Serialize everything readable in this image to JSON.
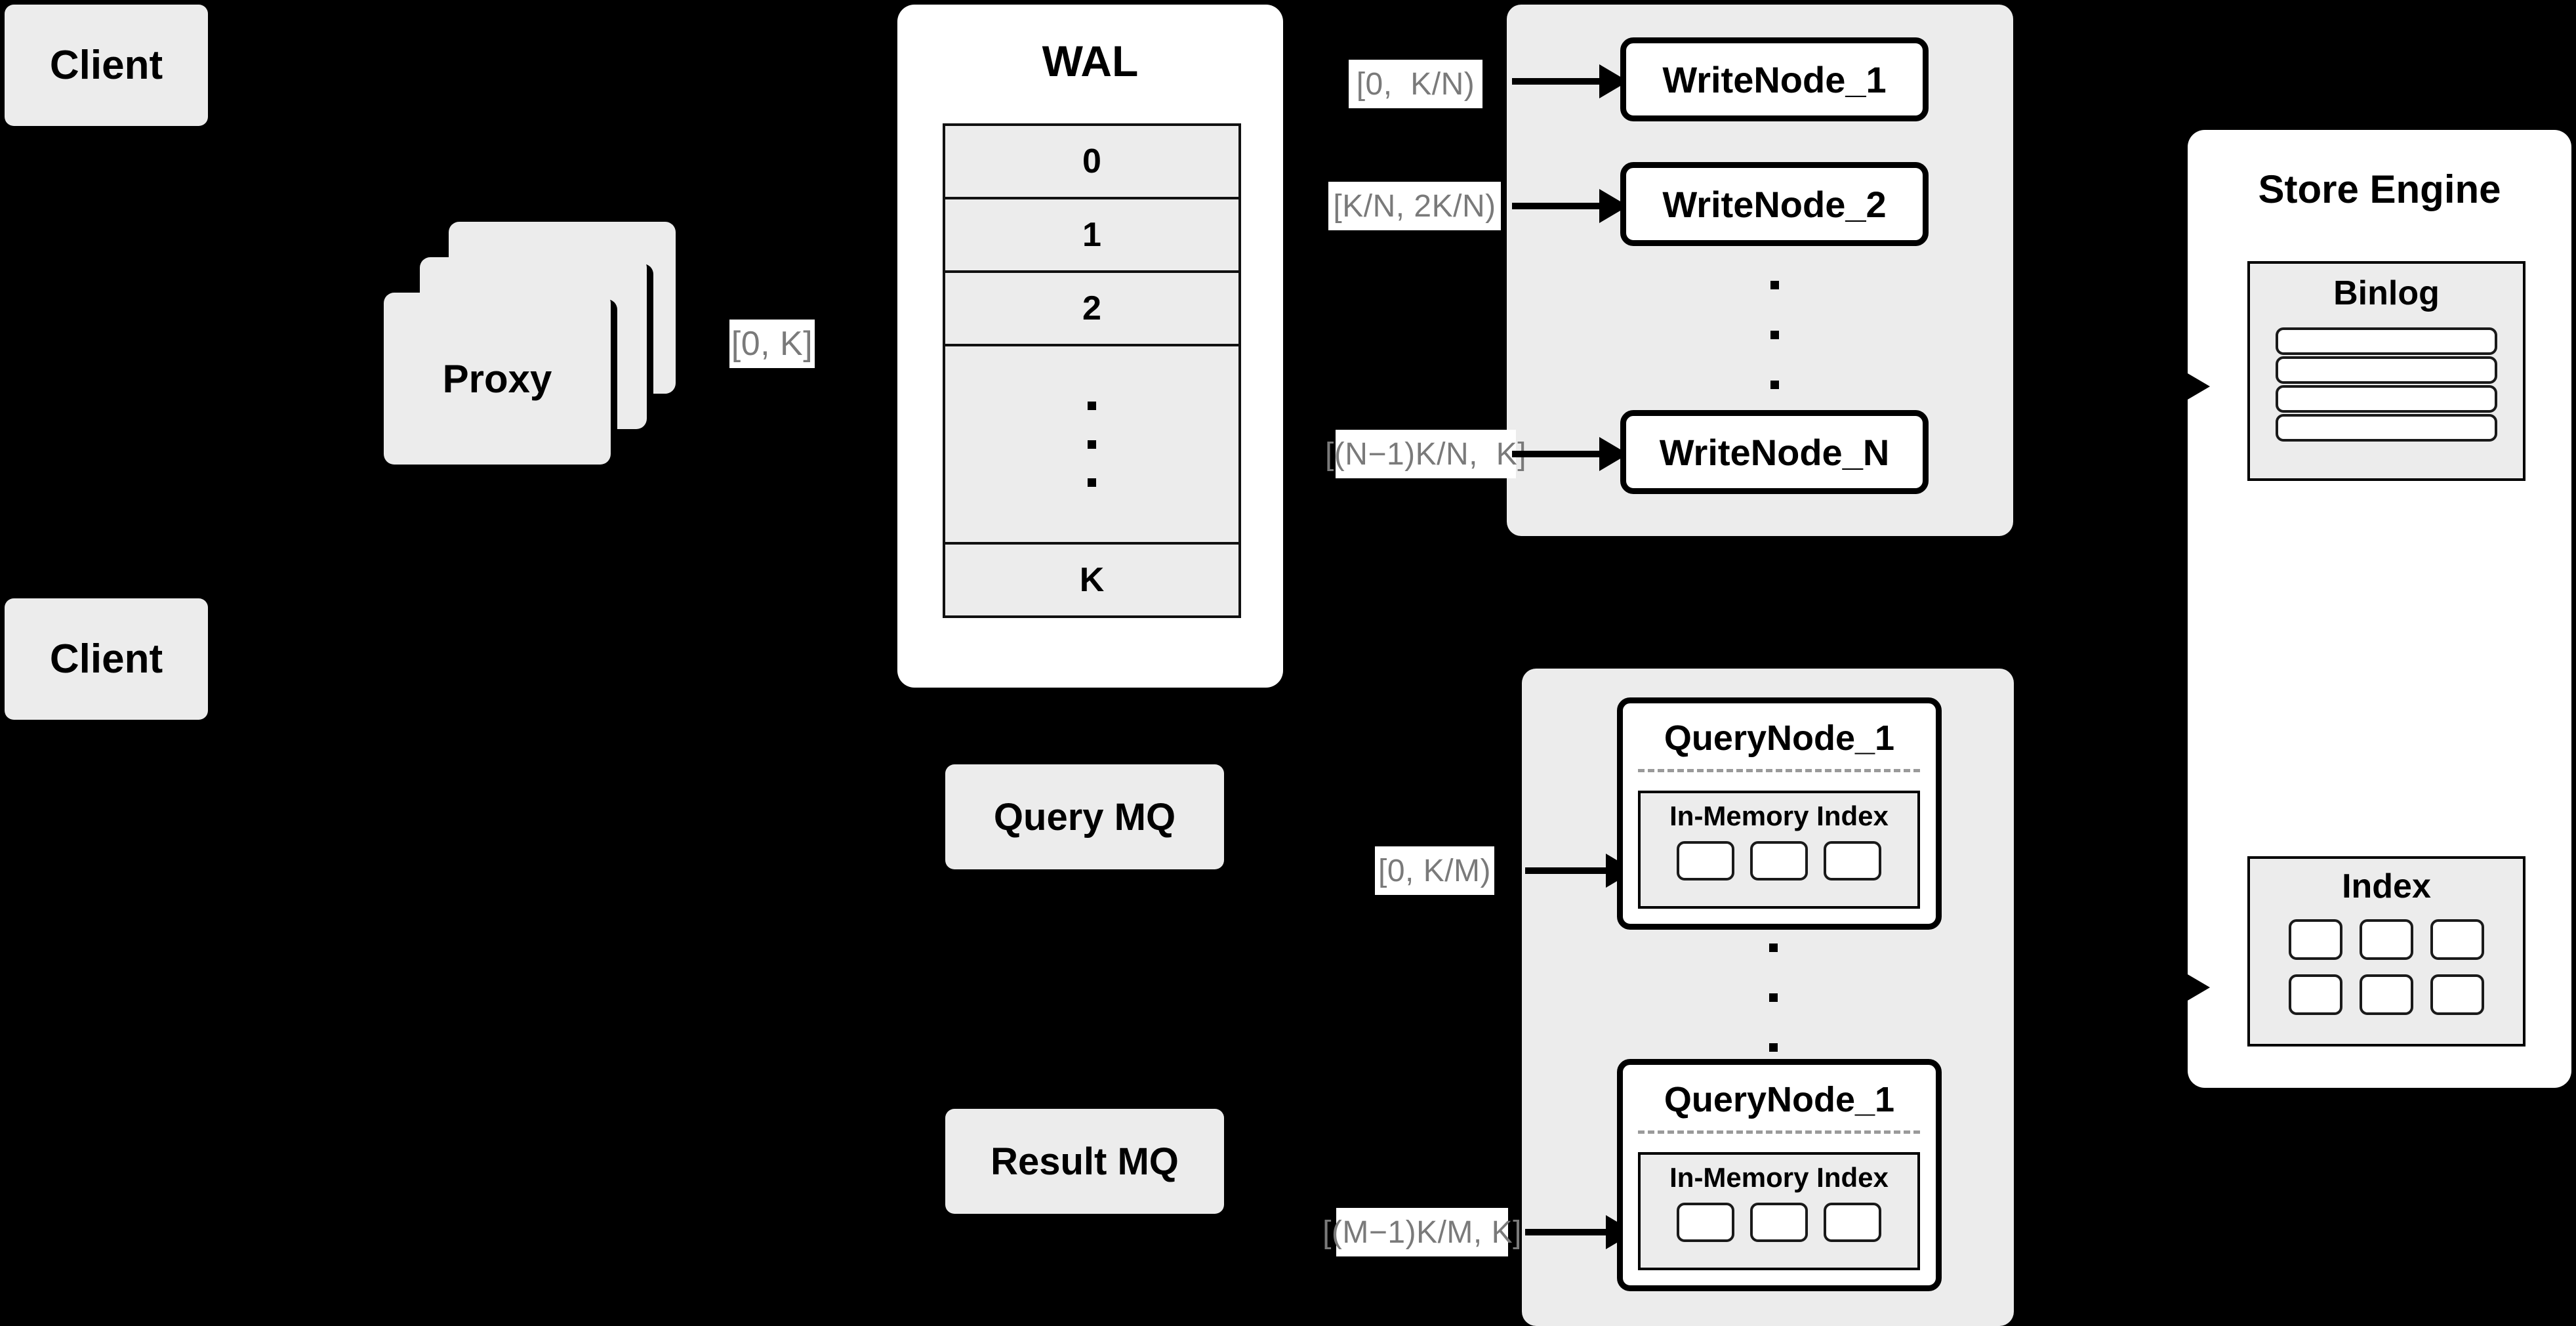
{
  "diagram": {
    "title": "Distributed write/query architecture",
    "background_color": "#000000",
    "box_fill": "#ececec",
    "panel_fill": "#ffffff",
    "label_text_color": "#7a7a7a",
    "stroke_color": "#000000"
  },
  "clients": [
    {
      "label": "Client"
    },
    {
      "label": "Client"
    }
  ],
  "proxy": {
    "label": "Proxy",
    "stack_count": 3
  },
  "wal": {
    "title": "WAL",
    "rows": [
      "0",
      "1",
      "2",
      "",
      "K"
    ],
    "ellipsis_row_index": 3,
    "ellipsis_dots": 3
  },
  "edge_labels": {
    "proxy_to_wal": "[0, K]",
    "wal_to_writenode_1": "[0,  K/N)",
    "wal_to_writenode_2": "[K/N, 2K/N)",
    "wal_to_writenode_n": "[(N−1)K/N,  K]",
    "mq_to_querynode_1": "[0, K/M)",
    "mq_to_querynode_m": "[(M−1)K/M, K]"
  },
  "write_cluster": {
    "nodes": [
      {
        "label": "WriteNode_1"
      },
      {
        "label": "WriteNode_2"
      },
      {
        "label": "WriteNode_N"
      }
    ],
    "ellipsis_dots": 3
  },
  "message_queues": [
    {
      "label": "Query MQ"
    },
    {
      "label": "Result MQ"
    }
  ],
  "query_cluster": {
    "nodes": [
      {
        "label": "QueryNode_1",
        "inner_title": "In-Memory Index",
        "inner_cells": 3
      },
      {
        "label": "QueryNode_1",
        "inner_title": "In-Memory Index",
        "inner_cells": 3
      }
    ],
    "ellipsis_dots": 3
  },
  "store_engine": {
    "title": "Store Engine",
    "binlog": {
      "title": "Binlog",
      "rows": 4
    },
    "index": {
      "title": "Index",
      "cells": 6,
      "columns": 3,
      "rows": 2
    }
  }
}
